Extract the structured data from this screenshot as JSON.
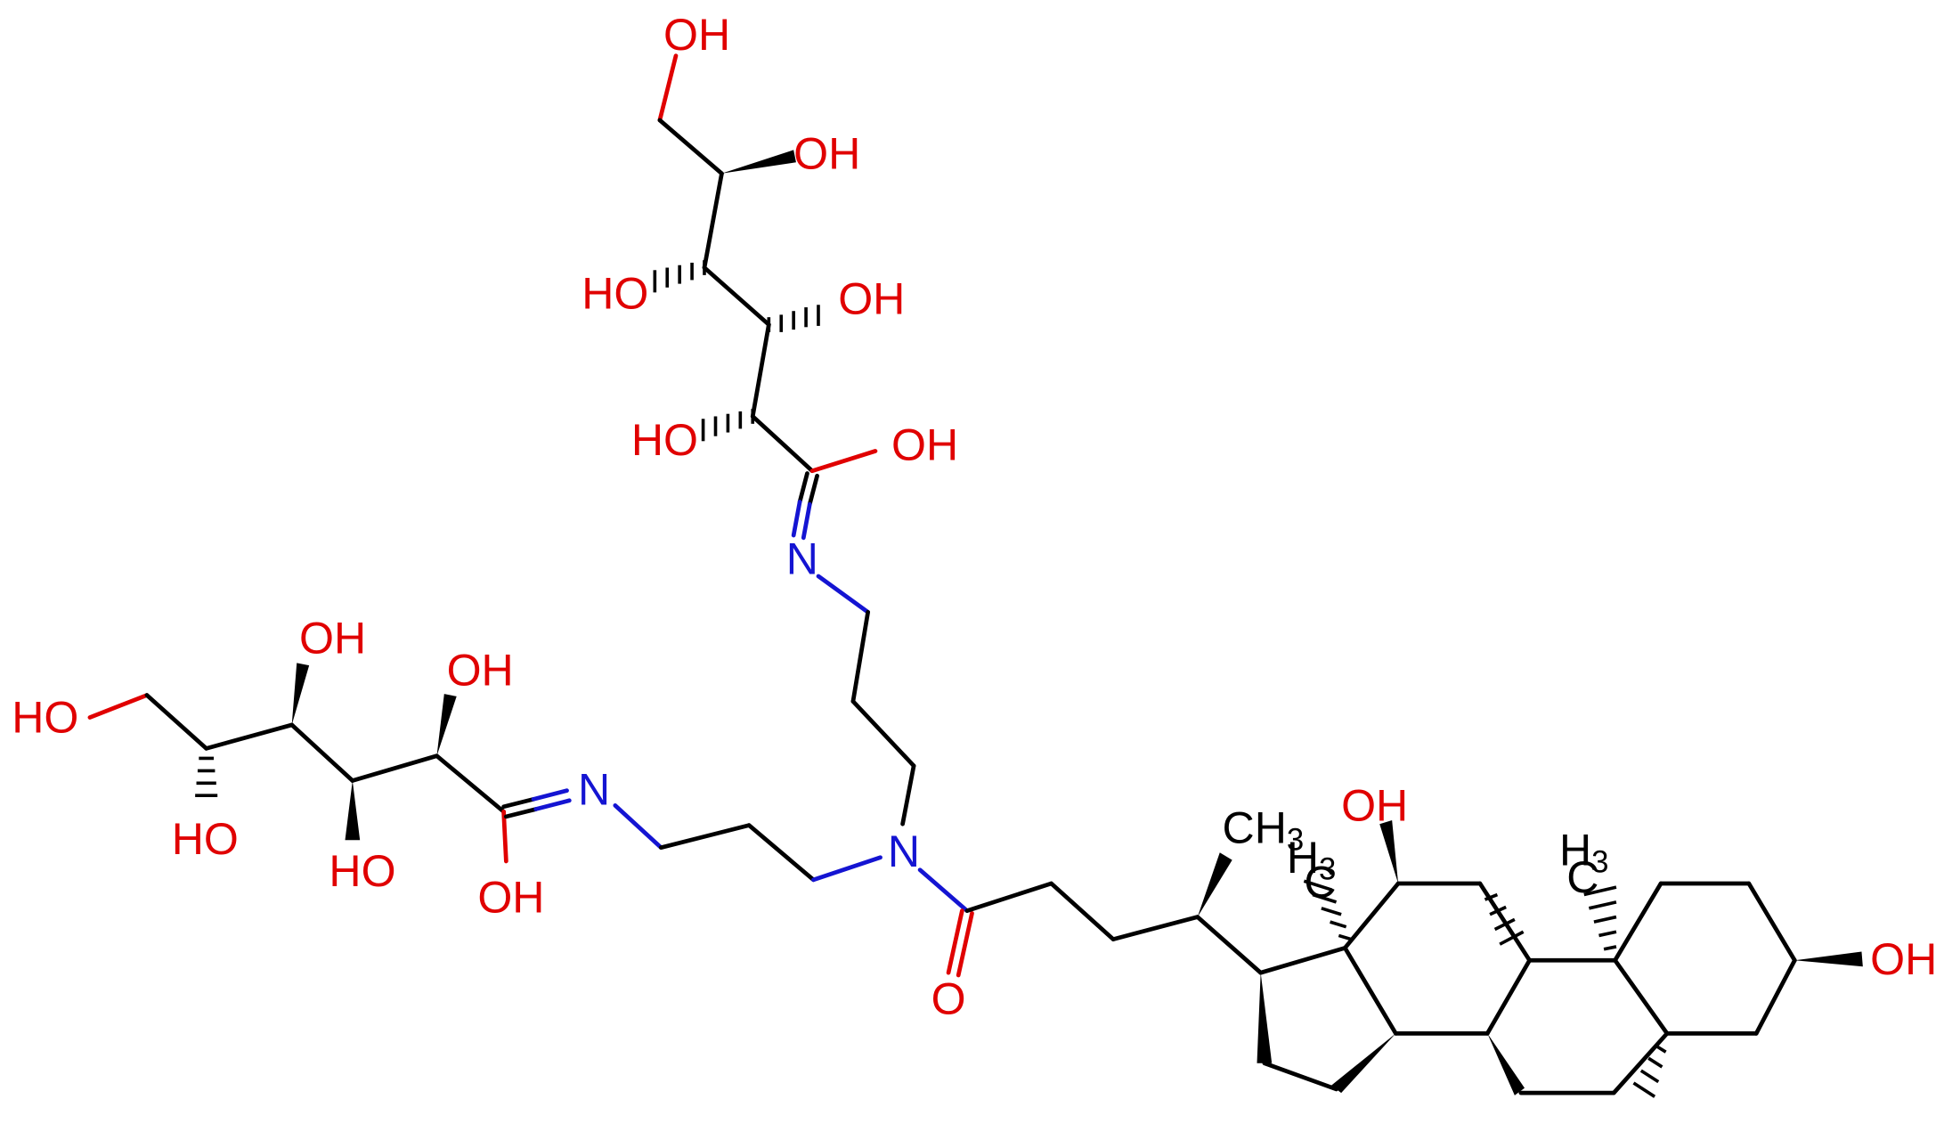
{
  "labels": {
    "oh": "OH",
    "ho": "HO",
    "n": "N",
    "o": "O",
    "ch3": "CH",
    "h3c": "H",
    "c": "C",
    "three": "3"
  }
}
